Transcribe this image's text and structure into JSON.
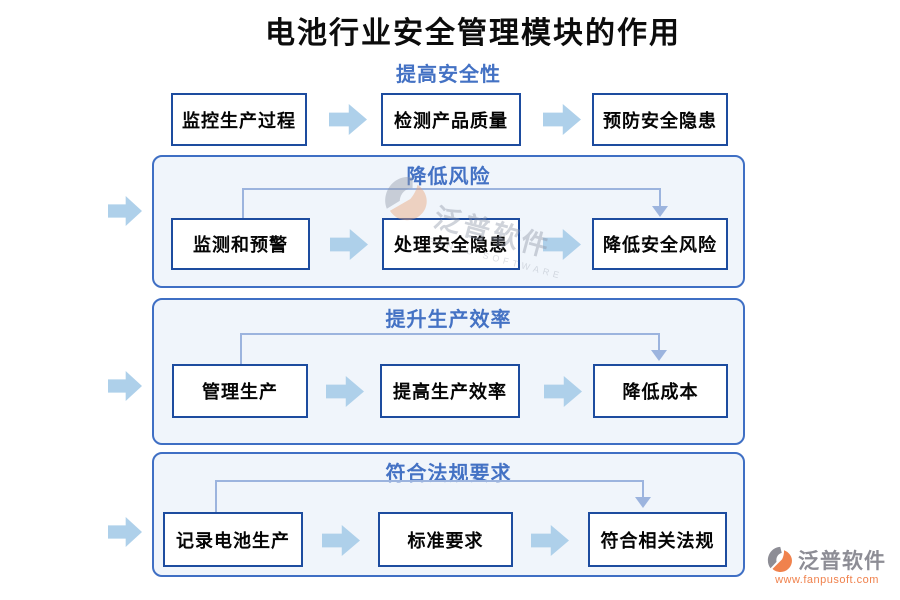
{
  "title": "电池行业安全管理模块的作用",
  "sections": [
    {
      "label": "提高安全性",
      "boxes": [
        "监控生产过程",
        "检测产品质量",
        "预防安全隐患"
      ]
    },
    {
      "label": "降低风险",
      "boxes": [
        "监测和预警",
        "处理安全隐患",
        "降低安全风险"
      ]
    },
    {
      "label": "提升生产效率",
      "boxes": [
        "管理生产",
        "提高生产效率",
        "降低成本"
      ]
    },
    {
      "label": "符合法规要求",
      "boxes": [
        "记录电池生产",
        "标准要求",
        "符合相关法规"
      ]
    }
  ],
  "watermark": {
    "brand": "泛普软件",
    "brand_en": "FANPU SOFTWARE"
  },
  "footer": {
    "brand": "泛普软件",
    "url": "www.fanpusoft.com"
  },
  "colors": {
    "header_blue": "#4472c4",
    "node_border": "#1d4c9f",
    "container_border": "#3f6fc4",
    "container_fill": "#f0f5fb",
    "flow_arrow": "#aed0ea",
    "connector": "#9cb4de",
    "brand_gray": "#8d8d95",
    "brand_orange": "#f0824d"
  }
}
